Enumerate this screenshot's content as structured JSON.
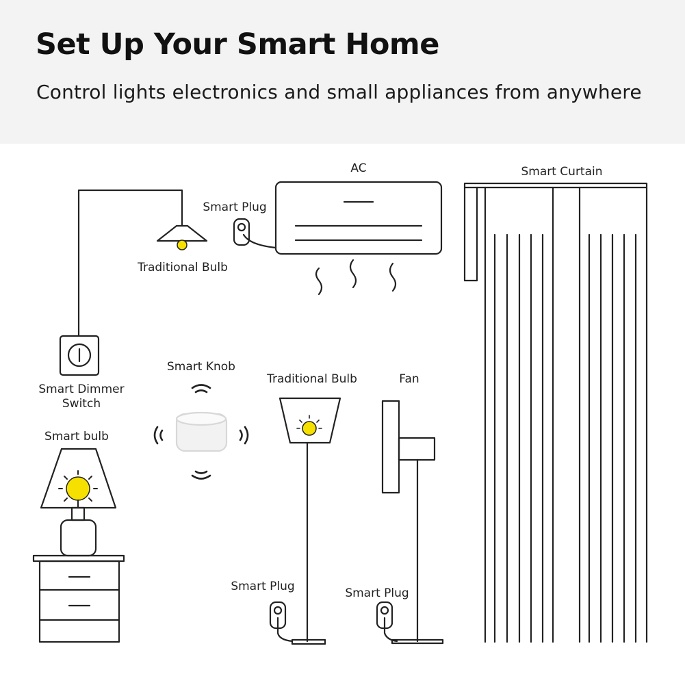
{
  "header": {
    "title": "Set Up Your Smart Home",
    "subtitle": "Control lights electronics and small appliances from anywhere"
  },
  "diagram": {
    "labels": {
      "ac": "AC",
      "smart_curtain": "Smart Curtain",
      "smart_plug_ac": "Smart Plug",
      "traditional_bulb_ceiling": "Traditional Bulb",
      "smart_dimmer_switch_line1": "Smart Dimmer",
      "smart_dimmer_switch_line2": "Switch",
      "smart_knob": "Smart Knob",
      "traditional_bulb_floor": "Traditional Bulb",
      "fan": "Fan",
      "smart_bulb": "Smart bulb",
      "smart_plug_lamp": "Smart Plug",
      "smart_plug_fan": "Smart Plug"
    },
    "colors": {
      "bulb_yellow": "#f6e000",
      "line": "#222222",
      "header_bg": "#f3f3f3"
    }
  }
}
